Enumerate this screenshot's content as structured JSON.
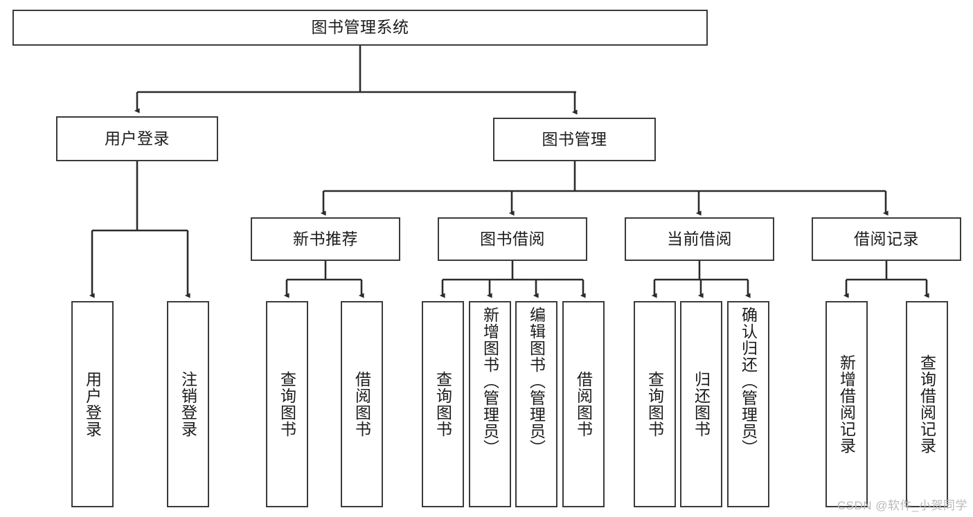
{
  "diagram": {
    "type": "hierarchy-tree",
    "title": "图书管理系统",
    "watermark": "CSDN @软件_小贺同学",
    "colors": {
      "box_border": "#3a3a3a",
      "box_fill": "#ffffff",
      "connector": "#2b2b2b",
      "text": "#1b1b1b",
      "watermark": "#b9b9b9",
      "background": "#ffffff"
    },
    "root": {
      "label": "图书管理系统"
    },
    "level2": [
      {
        "label": "用户登录"
      },
      {
        "label": "图书管理"
      }
    ],
    "level3": [
      {
        "label": "新书推荐"
      },
      {
        "label": "图书借阅"
      },
      {
        "label": "当前借阅"
      },
      {
        "label": "借阅记录"
      }
    ],
    "leaves": {
      "user_login": [
        {
          "label": "用户登录"
        },
        {
          "label": "注销登录"
        }
      ],
      "new_book_recommend": [
        {
          "label": "查询图书"
        },
        {
          "label": "借阅图书"
        }
      ],
      "book_borrow": [
        {
          "label": "查询图书"
        },
        {
          "label": "新增图书（管理员）"
        },
        {
          "label": "编辑图书（管理员）"
        },
        {
          "label": "借阅图书"
        }
      ],
      "current_borrow": [
        {
          "label": "查询图书"
        },
        {
          "label": "归还图书"
        },
        {
          "label": "确认归还（管理员）"
        }
      ],
      "borrow_record": [
        {
          "label": "新增借阅记录"
        },
        {
          "label": "查询借阅记录"
        }
      ]
    }
  }
}
